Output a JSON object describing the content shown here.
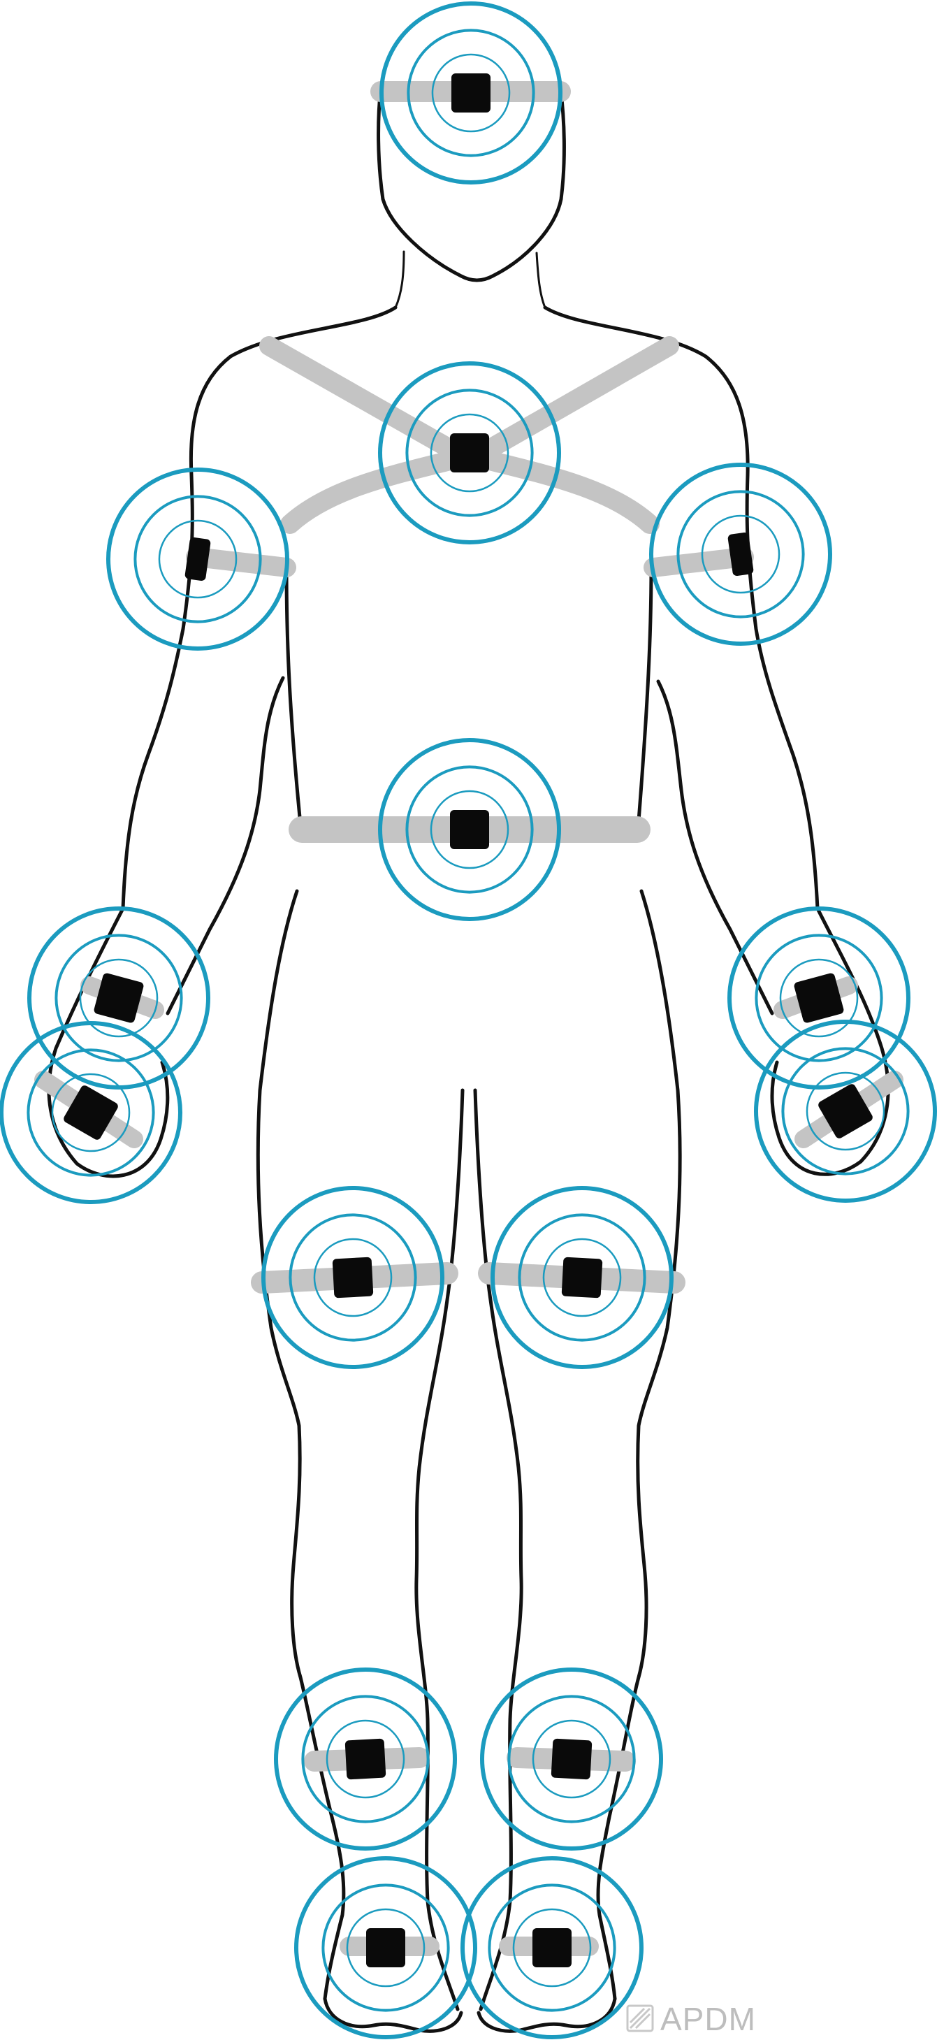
{
  "brand": {
    "logo_text": "APDM",
    "logo_icon": "apdm-logo-icon",
    "colors": {
      "ring": "#1b9bbf",
      "sensor": "#0a0a0a",
      "strap": "#c4c4c4",
      "outline": "#111111"
    }
  },
  "sensors": [
    {
      "id": "head",
      "name": "head-sensor"
    },
    {
      "id": "sternum",
      "name": "sternum-sensor"
    },
    {
      "id": "right-upper-arm",
      "name": "right-upper-arm-sensor"
    },
    {
      "id": "left-upper-arm",
      "name": "left-upper-arm-sensor"
    },
    {
      "id": "lumbar",
      "name": "lumbar-sensor"
    },
    {
      "id": "right-wrist",
      "name": "right-wrist-sensor"
    },
    {
      "id": "right-hand",
      "name": "right-hand-sensor"
    },
    {
      "id": "left-wrist",
      "name": "left-wrist-sensor"
    },
    {
      "id": "left-hand",
      "name": "left-hand-sensor"
    },
    {
      "id": "right-thigh",
      "name": "right-thigh-sensor"
    },
    {
      "id": "left-thigh",
      "name": "left-thigh-sensor"
    },
    {
      "id": "right-shank",
      "name": "right-shank-sensor"
    },
    {
      "id": "left-shank",
      "name": "left-shank-sensor"
    },
    {
      "id": "right-foot",
      "name": "right-foot-sensor"
    },
    {
      "id": "left-foot",
      "name": "left-foot-sensor"
    }
  ]
}
